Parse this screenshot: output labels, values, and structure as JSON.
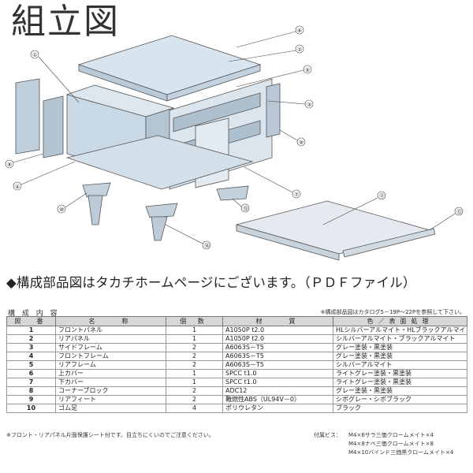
{
  "title": "組立図",
  "callouts": [
    "①",
    "②",
    "③",
    "④",
    "⑤",
    "⑥",
    "⑦",
    "⑧",
    "⑨",
    "⑩",
    "⑪",
    "⑫",
    "⑬",
    "⑭"
  ],
  "notice": "◆構成部品図はタカチホームページにございます。（ＰＤＦファイル）",
  "composition": {
    "label": "構 成 内 容",
    "note": "※構成部品図はカタログ5－19P～22Pを参照して下さい。",
    "headers": [
      "照　番",
      "名　　称",
      "個 数",
      "材　　質",
      "色／表面処理"
    ],
    "rows": [
      {
        "no": "1",
        "name": "フロントパネル",
        "qty": "1",
        "material": "A1050P t2.0",
        "finish": "HLシルバーアルマイト・HLブラックアルマイト"
      },
      {
        "no": "2",
        "name": "リアパネル",
        "qty": "1",
        "material": "A1050P t2.0",
        "finish": "シルバーアルマイト・ブラックアルマイト"
      },
      {
        "no": "3",
        "name": "サイドフレーム",
        "qty": "2",
        "material": "A6063S－T5",
        "finish": "グレー塗装・黒塗装"
      },
      {
        "no": "4",
        "name": "フロントフレーム",
        "qty": "2",
        "material": "A6063S－T5",
        "finish": "グレー塗装・黒塗装"
      },
      {
        "no": "5",
        "name": "リアフレーム",
        "qty": "2",
        "material": "A6063S－T5",
        "finish": "シルバーアルマイト"
      },
      {
        "no": "6",
        "name": "上カバー",
        "qty": "1",
        "material": "SPCC t1.0",
        "finish": "ライトグレー塗装・黒塗装"
      },
      {
        "no": "7",
        "name": "下カバー",
        "qty": "1",
        "material": "SPCC t1.0",
        "finish": "ライトグレー塗装・黒塗装"
      },
      {
        "no": "8",
        "name": "コーナーブロック",
        "qty": "2",
        "material": "ADC12",
        "finish": "グレー塗装・黒塗装"
      },
      {
        "no": "9",
        "name": "リアフィート",
        "qty": "2",
        "material": "難燃性ABS（UL94V－0）",
        "finish": "シボグレー・シボブラック"
      },
      {
        "no": "10",
        "name": "ゴム足",
        "qty": "4",
        "material": "ポリウレタン",
        "finish": "ブラック"
      }
    ],
    "footnote": "※フロント・リアパネル片面保護シート付です。目立ちにくいのでご注意ください。",
    "screws_label": "付属ビス：",
    "screws": [
      "M4×6サラ三価クロームメイト×4",
      "M4×8ナベ三価クロームメイト×8",
      "M4×10バインド三価黒クロームメイト×4"
    ]
  }
}
